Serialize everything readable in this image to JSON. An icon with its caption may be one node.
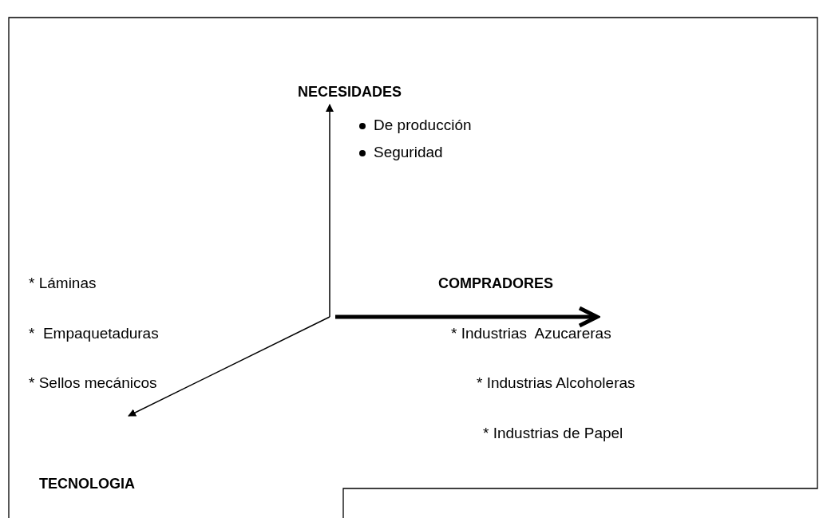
{
  "diagram": {
    "labels": [
      "NECESIDADES",
      "De producción",
      "Seguridad",
      "* Láminas",
      "COMPRADORES",
      "*  Empaquetaduras",
      "* Industrias  Azucareras",
      "* Sellos mecánicos",
      "* Industrias Alcoholeras",
      "* Industrias de Papel",
      "TECNOLOGIA"
    ]
  }
}
